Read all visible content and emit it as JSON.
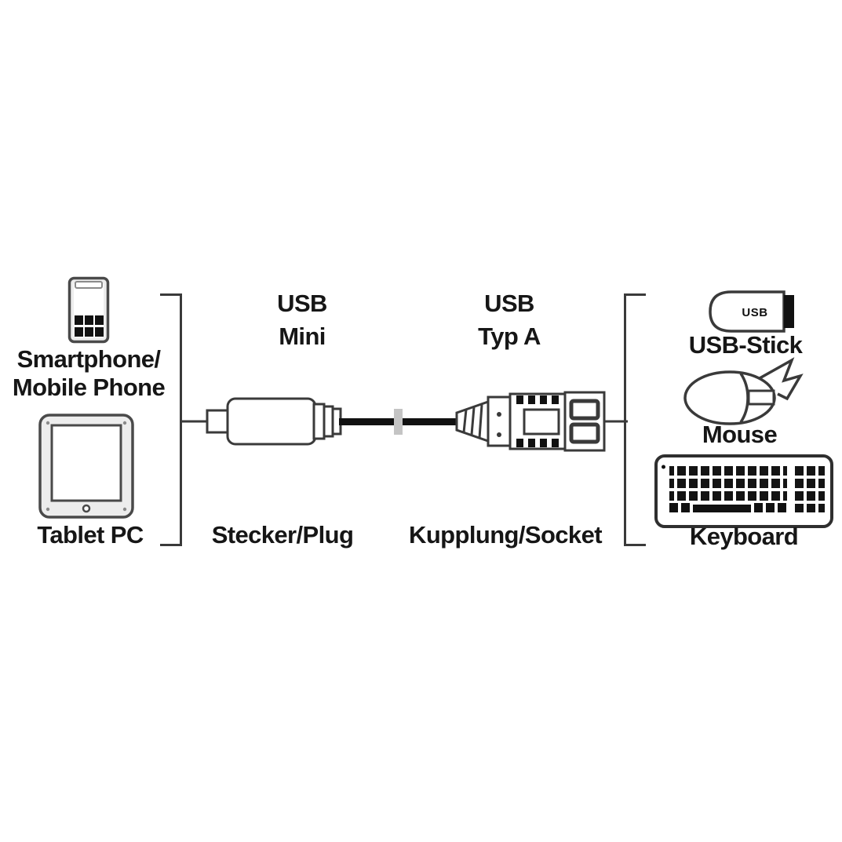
{
  "colors": {
    "background": "#ffffff",
    "line": "#3a3a3a",
    "text": "#161616",
    "cable": "#111111"
  },
  "left_devices": {
    "smartphone": {
      "label_line1": "Smartphone/",
      "label_line2": "Mobile Phone",
      "icon": "mobile-phone-icon"
    },
    "tablet": {
      "label": "Tablet PC",
      "icon": "tablet-icon"
    }
  },
  "cable": {
    "plug": {
      "type_line1": "USB",
      "type_line2": "Mini",
      "label": "Stecker/Plug",
      "icon": "usb-mini-plug-drawing"
    },
    "socket": {
      "type_line1": "USB",
      "type_line2": "Typ A",
      "label": "Kupplung/Socket",
      "icon": "usb-a-socket-drawing"
    }
  },
  "right_devices": {
    "usb_stick": {
      "label": "USB-Stick",
      "icon_text": "USB",
      "icon": "usb-stick-icon"
    },
    "mouse": {
      "label": "Mouse",
      "icon": "mouse-icon"
    },
    "keyboard": {
      "label": "Keyboard",
      "icon": "keyboard-icon"
    }
  }
}
